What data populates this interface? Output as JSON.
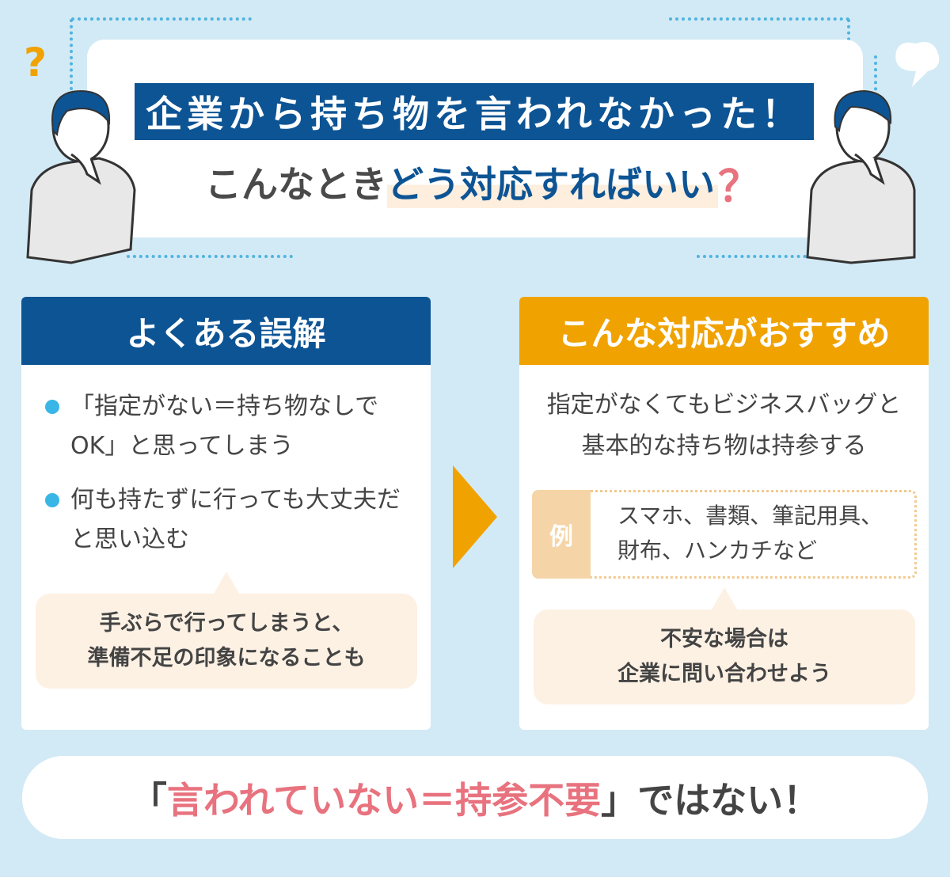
{
  "header": {
    "title": "企業から持ち物を言われなかった！",
    "subtitle_part1": "こんなとき",
    "subtitle_part2": "どう対応すればいい",
    "subtitle_q": "？"
  },
  "left": {
    "heading": "よくある誤解",
    "bullets": [
      "「指定がない＝持ち物なしでOK」と思ってしまう",
      "何も持たずに行っても大丈夫だと思い込む"
    ],
    "note_lines": [
      "手ぶらで行ってしまうと、",
      "準備不足の印象になることも"
    ]
  },
  "right": {
    "heading": "こんな対応がおすすめ",
    "text_lines": [
      "指定がなくてもビジネスバッグと",
      "基本的な持ち物は持参する"
    ],
    "example_label": "例",
    "example_lines": [
      "スマホ、書類、筆記用具、",
      "財布、ハンカチなど"
    ],
    "note_lines": [
      "不安な場合は",
      "企業に問い合わせよう"
    ]
  },
  "footer": {
    "open": "「",
    "highlight": "言われていない＝持参不要",
    "close": "」ではない！"
  },
  "colors": {
    "navy": "#0d5494",
    "orange": "#f0a200",
    "pink": "#e8727e",
    "cream": "#fdf1e4",
    "background": "#d2eaf5"
  }
}
